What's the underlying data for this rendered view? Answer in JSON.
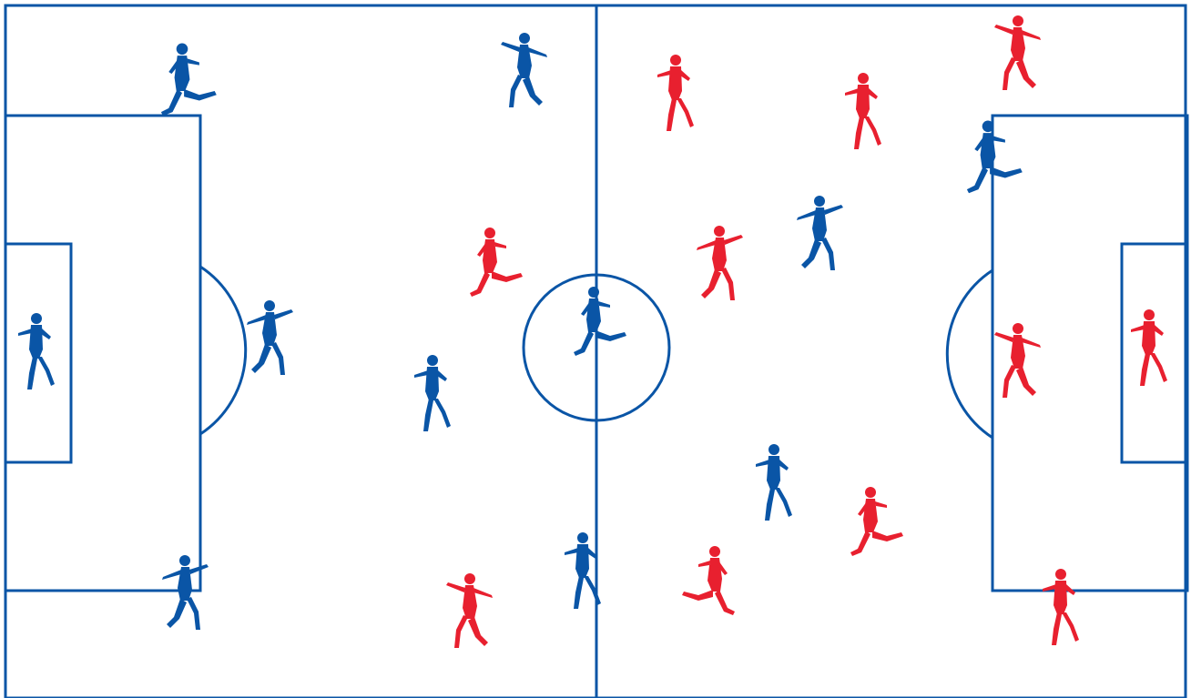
{
  "colors": {
    "background": "#ffffff",
    "lines": "#0a55a6",
    "blue_team": "#0a55a6",
    "red_team": "#e8202f"
  },
  "pitch": {
    "markings": [
      "outer-boundary",
      "halfway-line",
      "center-circle",
      "left-penalty-box",
      "left-goal-box",
      "left-penalty-arc",
      "right-penalty-box",
      "right-goal-box",
      "right-penalty-arc"
    ]
  },
  "teams": {
    "blue": {
      "color_key": "blue_team",
      "player_count": 11
    },
    "red": {
      "color_key": "red_team",
      "player_count": 11
    }
  }
}
